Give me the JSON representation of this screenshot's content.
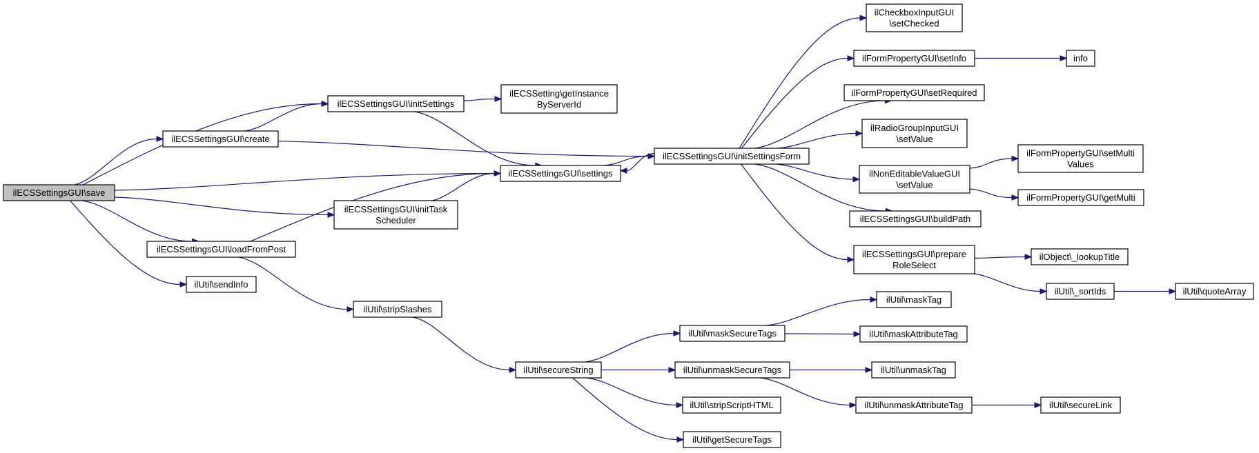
{
  "nodes": [
    {
      "id": "save",
      "label": [
        "ilECSSettingsGUI\\save"
      ],
      "root": true
    },
    {
      "id": "create",
      "label": [
        "ilECSSettingsGUI\\create"
      ]
    },
    {
      "id": "initSettings",
      "label": [
        "ilECSSettingsGUI\\initSettings"
      ]
    },
    {
      "id": "getInstance",
      "label": [
        "ilECSSetting\\getInstance",
        "ByServerId"
      ]
    },
    {
      "id": "settings",
      "label": [
        "ilECSSettingsGUI\\settings"
      ]
    },
    {
      "id": "initTask",
      "label": [
        "ilECSSettingsGUI\\initTask",
        "Scheduler"
      ]
    },
    {
      "id": "loadFromPost",
      "label": [
        "ilECSSettingsGUI\\loadFromPost"
      ]
    },
    {
      "id": "sendInfo",
      "label": [
        "ilUtil\\sendInfo"
      ]
    },
    {
      "id": "stripSlashes",
      "label": [
        "ilUtil\\stripSlashes"
      ]
    },
    {
      "id": "secureString",
      "label": [
        "ilUtil\\secureString"
      ]
    },
    {
      "id": "initSettingsForm",
      "label": [
        "ilECSSettingsGUI\\initSettingsForm"
      ]
    },
    {
      "id": "setChecked",
      "label": [
        "ilCheckboxInputGUI",
        "\\setChecked"
      ]
    },
    {
      "id": "setInfo",
      "label": [
        "ilFormPropertyGUI\\setInfo"
      ]
    },
    {
      "id": "info",
      "label": [
        "info"
      ]
    },
    {
      "id": "setRequired",
      "label": [
        "ilFormPropertyGUI\\setRequired"
      ]
    },
    {
      "id": "radioSetValue",
      "label": [
        "ilRadioGroupInputGUI",
        "\\setValue"
      ]
    },
    {
      "id": "nonEditSetValue",
      "label": [
        "ilNonEditableValueGUI",
        "\\setValue"
      ]
    },
    {
      "id": "setMultiValues",
      "label": [
        "ilFormPropertyGUI\\setMulti",
        "Values"
      ]
    },
    {
      "id": "getMulti",
      "label": [
        "ilFormPropertyGUI\\getMulti"
      ]
    },
    {
      "id": "buildPath",
      "label": [
        "ilECSSettingsGUI\\buildPath"
      ]
    },
    {
      "id": "prepareRoleSelect",
      "label": [
        "ilECSSettingsGUI\\prepare",
        "RoleSelect"
      ]
    },
    {
      "id": "lookupTitle",
      "label": [
        "ilObject\\_lookupTitle"
      ]
    },
    {
      "id": "sortIds",
      "label": [
        "ilUtil\\_sortIds"
      ]
    },
    {
      "id": "quoteArray",
      "label": [
        "ilUtil\\quoteArray"
      ]
    },
    {
      "id": "maskSecureTags",
      "label": [
        "ilUtil\\maskSecureTags"
      ]
    },
    {
      "id": "maskTag",
      "label": [
        "ilUtil\\maskTag"
      ]
    },
    {
      "id": "maskAttributeTag",
      "label": [
        "ilUtil\\maskAttributeTag"
      ]
    },
    {
      "id": "unmaskSecureTags",
      "label": [
        "ilUtil\\unmaskSecureTags"
      ]
    },
    {
      "id": "unmaskTag",
      "label": [
        "ilUtil\\unmaskTag"
      ]
    },
    {
      "id": "unmaskAttributeTag",
      "label": [
        "ilUtil\\unmaskAttributeTag"
      ]
    },
    {
      "id": "secureLink",
      "label": [
        "ilUtil\\secureLink"
      ]
    },
    {
      "id": "stripScriptHTML",
      "label": [
        "ilUtil\\stripScriptHTML"
      ]
    },
    {
      "id": "getSecureTags",
      "label": [
        "ilUtil\\getSecureTags"
      ]
    }
  ],
  "edges": [
    {
      "from": "save",
      "to": "initSettings"
    },
    {
      "from": "save",
      "to": "create"
    },
    {
      "from": "save",
      "to": "settings"
    },
    {
      "from": "save",
      "to": "initTask"
    },
    {
      "from": "save",
      "to": "loadFromPost"
    },
    {
      "from": "save",
      "to": "sendInfo"
    },
    {
      "from": "create",
      "to": "initSettings"
    },
    {
      "from": "create",
      "to": "initSettingsForm"
    },
    {
      "from": "initSettings",
      "to": "getInstance"
    },
    {
      "from": "initSettings",
      "to": "settings"
    },
    {
      "from": "initTask",
      "to": "settings"
    },
    {
      "from": "loadFromPost",
      "to": "settings"
    },
    {
      "from": "loadFromPost",
      "to": "stripSlashes"
    },
    {
      "from": "settings",
      "to": "initSettingsForm"
    },
    {
      "from": "initSettingsForm",
      "to": "settings"
    },
    {
      "from": "initSettingsForm",
      "to": "setChecked"
    },
    {
      "from": "initSettingsForm",
      "to": "setInfo"
    },
    {
      "from": "initSettingsForm",
      "to": "setRequired"
    },
    {
      "from": "initSettingsForm",
      "to": "radioSetValue"
    },
    {
      "from": "initSettingsForm",
      "to": "nonEditSetValue"
    },
    {
      "from": "initSettingsForm",
      "to": "buildPath"
    },
    {
      "from": "initSettingsForm",
      "to": "prepareRoleSelect"
    },
    {
      "from": "setInfo",
      "to": "info"
    },
    {
      "from": "nonEditSetValue",
      "to": "setMultiValues"
    },
    {
      "from": "nonEditSetValue",
      "to": "getMulti"
    },
    {
      "from": "prepareRoleSelect",
      "to": "lookupTitle"
    },
    {
      "from": "prepareRoleSelect",
      "to": "sortIds"
    },
    {
      "from": "sortIds",
      "to": "quoteArray"
    },
    {
      "from": "stripSlashes",
      "to": "secureString"
    },
    {
      "from": "secureString",
      "to": "maskSecureTags"
    },
    {
      "from": "secureString",
      "to": "unmaskSecureTags"
    },
    {
      "from": "secureString",
      "to": "stripScriptHTML"
    },
    {
      "from": "secureString",
      "to": "getSecureTags"
    },
    {
      "from": "maskSecureTags",
      "to": "maskTag"
    },
    {
      "from": "maskSecureTags",
      "to": "maskAttributeTag"
    },
    {
      "from": "unmaskSecureTags",
      "to": "unmaskTag"
    },
    {
      "from": "unmaskSecureTags",
      "to": "unmaskAttributeTag"
    },
    {
      "from": "unmaskAttributeTag",
      "to": "secureLink"
    }
  ],
  "colors": {
    "edge": "#191970",
    "root_fill": "#bfbfbf",
    "node_fill": "#ffffff",
    "node_border": "#000000"
  }
}
